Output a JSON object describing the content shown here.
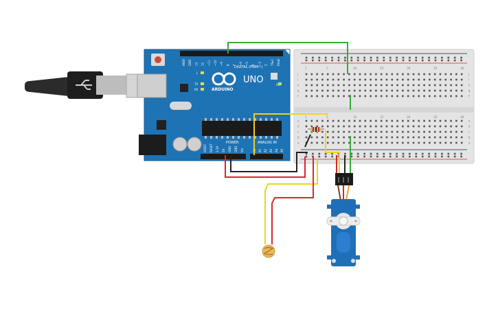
{
  "arduino": {
    "logo_text": "ARDUINO",
    "model": "UNO",
    "digital_header": "DIGITAL (PWM~)",
    "power_header": "POWER",
    "analog_header": "ANALOG IN",
    "on_label": "ON",
    "led_l": "L",
    "led_tx": "TX",
    "led_rx": "RX",
    "digital_pins": [
      "AREF",
      "GND",
      "13",
      "12",
      "~11",
      "~10",
      "~9",
      "8",
      "7",
      "~6",
      "~5",
      "4",
      "~3",
      "2",
      "TX▸1",
      "RX◂0"
    ],
    "power_pins": [
      "IOREF",
      "RESET",
      "3.3V",
      "5V",
      "GND",
      "GND",
      "Vin"
    ],
    "analog_pins": [
      "A0",
      "A1",
      "A2",
      "A3",
      "A4",
      "A5"
    ]
  },
  "breadboard": {
    "row_labels_top": [
      "j",
      "i",
      "h",
      "g",
      "f"
    ],
    "row_labels_bottom": [
      "e",
      "d",
      "c",
      "b",
      "a"
    ],
    "column_numbers": [
      "1",
      "",
      "",
      "",
      "5",
      "",
      "",
      "",
      "",
      "10",
      "",
      "",
      "",
      "",
      "15",
      "",
      "",
      "",
      "",
      "20",
      "",
      "",
      "",
      "",
      "25",
      "",
      "",
      "",
      "",
      "30"
    ]
  },
  "colors": {
    "board_blue": "#1e73b4",
    "wire_green": "#3aaa35",
    "wire_yellow": "#f2d11a",
    "wire_red": "#d8262d",
    "wire_black": "#222222",
    "servo_blue": "#1f6fb8",
    "breadboard": "#e4e4e4"
  }
}
